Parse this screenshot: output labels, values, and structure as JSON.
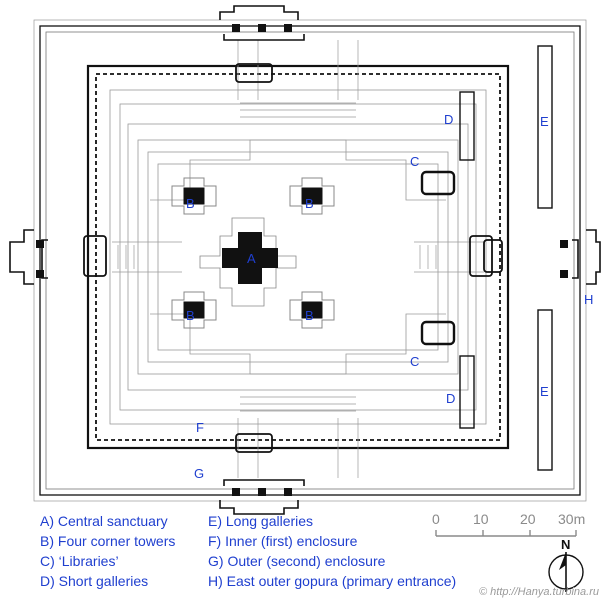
{
  "plan_labels": {
    "a": "A",
    "b": "B",
    "c": "C",
    "d": "D",
    "e": "E",
    "f": "F",
    "g": "G",
    "h": "H"
  },
  "legend": {
    "left": [
      "A) Central sanctuary",
      "B) Four corner towers",
      "C) ‘Libraries’",
      "D) Short galleries"
    ],
    "right": [
      "E) Long galleries",
      "F) Inner (first) enclosure",
      "G) Outer (second) enclosure",
      "H) East outer gopura (primary entrance)"
    ]
  },
  "scale_bar": {
    "ticks": [
      "0",
      "10",
      "20",
      "30m"
    ]
  },
  "compass": {
    "north_label": "N"
  },
  "watermark": "© http://Hanya.turbina.ru",
  "colors": {
    "label_blue": "#1f3fcf",
    "wall_dark": "#111111",
    "terrace_gray": "#9a9a9a"
  }
}
